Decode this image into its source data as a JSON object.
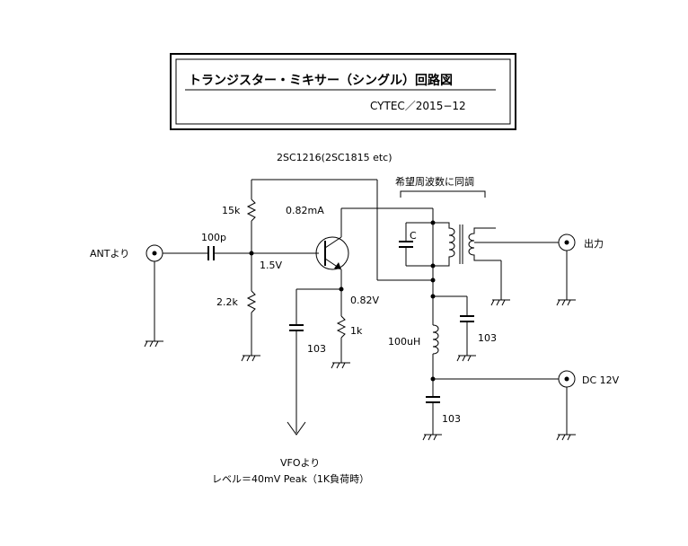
{
  "title_box": {
    "title": "トランジスター・ミキサー（シングル）回路図",
    "subtitle": "CYTEC／2015−12"
  },
  "labels": {
    "transistor": "2SC1216(2SC1815 etc)",
    "tuning": "希望周波数に同調",
    "r_bias_top": "15k",
    "r_bias_bottom": "2.2k",
    "c_input": "100p",
    "base_voltage": "1.5V",
    "collector_current": "0.82mA",
    "emitter_voltage": "0.82V",
    "r_emitter": "1k",
    "c_vfo": "103",
    "tank_cap": "C",
    "choke": "100uH",
    "c_bypass1": "103",
    "c_bypass2": "103",
    "antenna": "ANTより",
    "output": "出力",
    "power": "DC  12V",
    "vfo_in": "VFOより",
    "vfo_level": "レベル＝40mV Peak（1K負荷時）"
  },
  "colors": {
    "line": "#000000",
    "background": "#ffffff"
  }
}
